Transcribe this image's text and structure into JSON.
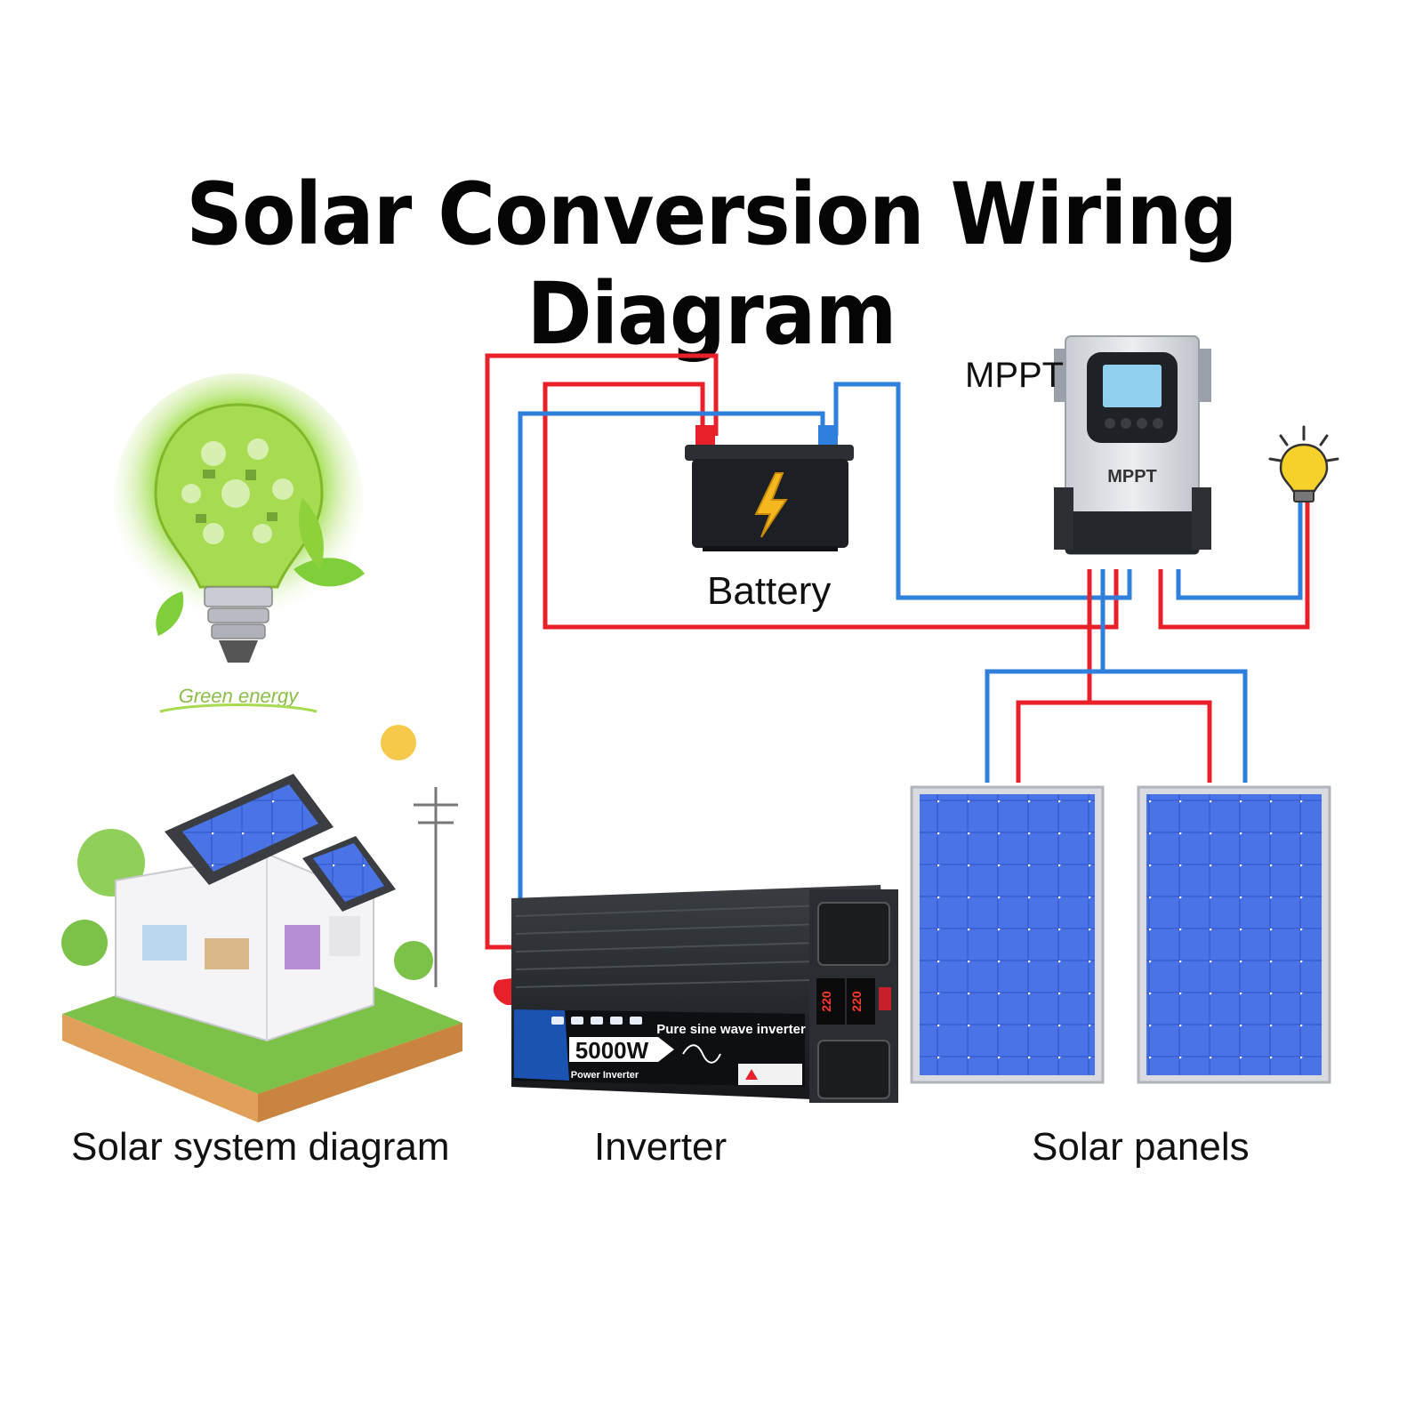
{
  "title": "Solar Conversion Wiring Diagram",
  "labels": {
    "battery": "Battery",
    "mppt": "MPPT",
    "system": "Solar system diagram",
    "inverter": "Inverter",
    "panels": "Solar panels"
  },
  "mppt_device": {
    "front_label": "MPPT"
  },
  "bulb": {
    "caption": "Green energy"
  },
  "inverter_device": {
    "power": "5000W",
    "subtitle": "Pure sine wave inverter",
    "product_line": "Power Inverter",
    "display_value": "220"
  },
  "colors": {
    "positive_wire": "#e8202a",
    "negative_wire": "#2f7fdc",
    "panel_blue": "#3a63d8",
    "green": "#8fd13a"
  },
  "icons": [
    "lightning-icon",
    "lightbulb-icon",
    "sun-icon",
    "leaf-icon"
  ]
}
